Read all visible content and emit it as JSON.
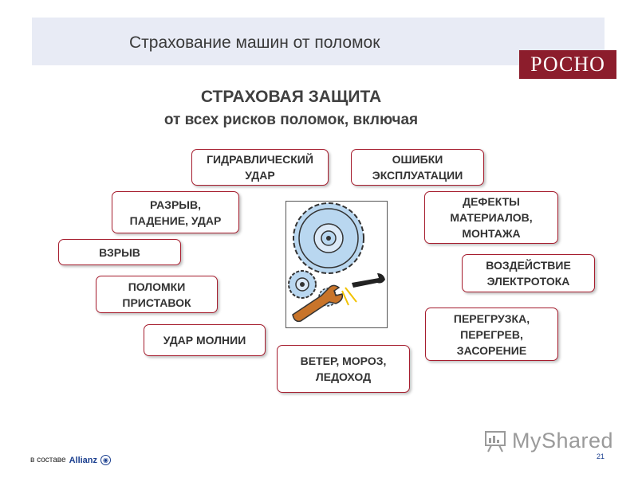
{
  "slide": {
    "title": "Страхование машин от поломок",
    "logo": "РОСНО",
    "heading_line1": "СТРАХОВАЯ ЗАЩИТА",
    "heading_line2": "от всех рисков поломок, включая"
  },
  "risks": [
    "ГИДРАВЛИЧЕСКИЙ\nУДАР",
    "ОШИБКИ\nЭКСПЛУАТАЦИИ",
    "РАЗРЫВ,\nПАДЕНИЕ, УДАР",
    "ДЕФЕКТЫ\nМАТЕРИАЛОВ,\nМОНТАЖА",
    "ВЗРЫВ",
    "ВОЗДЕЙСТВИЕ\nЭЛЕКТРОТОКА",
    "ПОЛОМКИ\nПРИСТАВОК",
    "ПЕРЕГРУЗКА,\nПЕРЕГРЕВ,\nЗАСОРЕНИЕ",
    "УДАР МОЛНИИ",
    "ВЕТЕР, МОРОЗ,\nЛЕДОХОД"
  ],
  "footer": {
    "prefix": "в составе",
    "brand": "Allianz",
    "page_number": "21",
    "watermark": "MyShared"
  },
  "illustration": {
    "icon": "gears-and-wrench-icon",
    "colors": {
      "gear": "#b9d7f0",
      "wrench": "#c8742a"
    }
  }
}
